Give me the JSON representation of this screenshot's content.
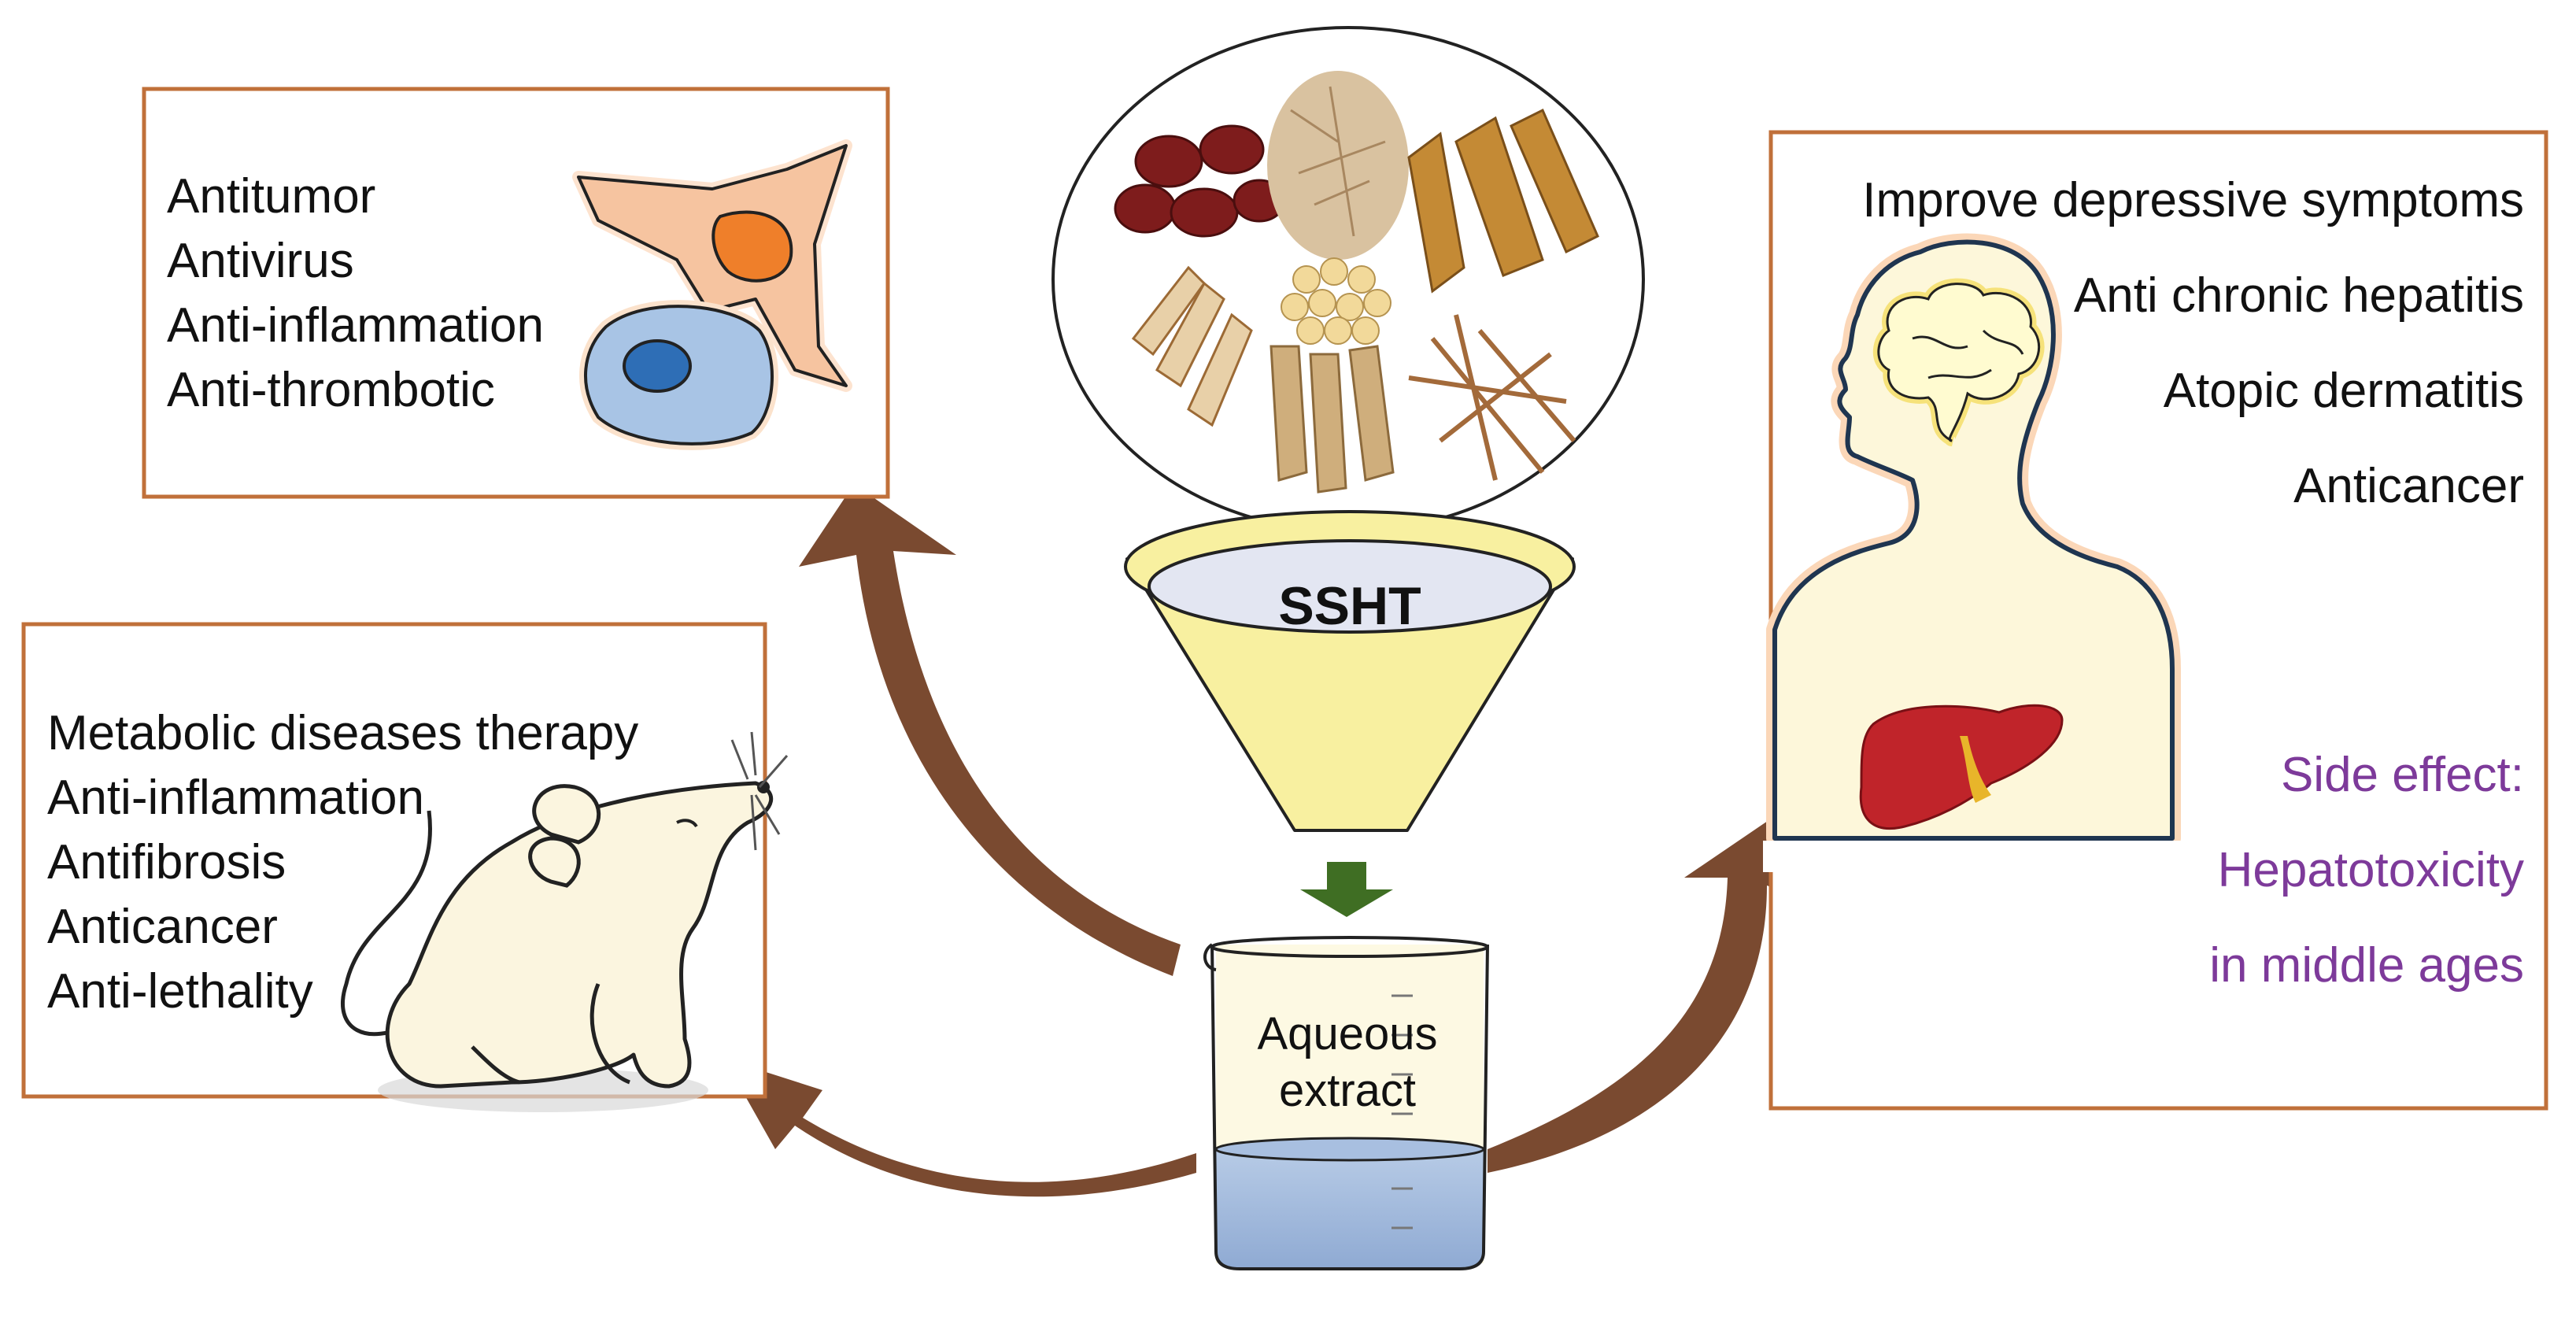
{
  "cell_box": {
    "items": [
      "Antitumor",
      "Antivirus",
      "Anti-inflammation",
      "Anti-thrombotic"
    ]
  },
  "animal_box": {
    "items": [
      "Metabolic diseases therapy",
      "Anti-inflammation",
      "Antifibrosis",
      "Anticancer",
      "Anti-lethality"
    ]
  },
  "human_box": {
    "items": [
      "Improve depressive symptoms",
      "Anti chronic hepatitis",
      "Atopic dermatitis",
      "Anticancer"
    ],
    "side_effect": [
      "Side effect:",
      "Hepatotoxicity",
      "in middle ages"
    ]
  },
  "funnel": {
    "label": "SSHT"
  },
  "beaker": {
    "label_line1": "Aqueous",
    "label_line2": "extract"
  },
  "colors": {
    "box_border": "#c0703a",
    "arrow": "#7a4a30",
    "down_arrow": "#3f6e23",
    "funnel": "#f8f0a0",
    "side_effect_text": "#7d3a9a"
  }
}
